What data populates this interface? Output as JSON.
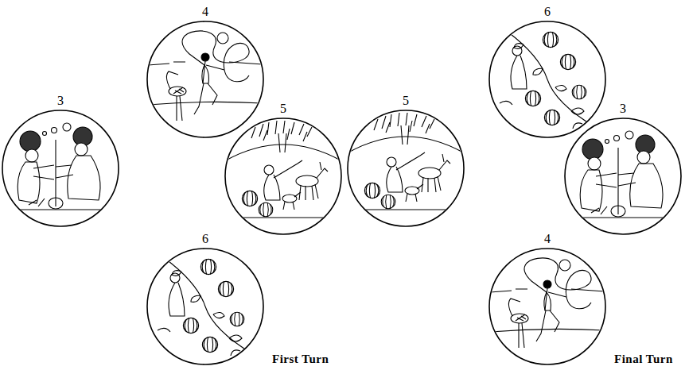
{
  "diagram": {
    "nodes": [
      {
        "text": [
          "4"
        ]
      },
      {
        "text": [
          "3"
        ]
      },
      {
        "text": [
          "5"
        ]
      },
      {
        "text": [
          "6"
        ]
      },
      {
        "text": [
          "6"
        ]
      },
      {
        "text": [
          "5"
        ]
      },
      {
        "text": [
          "3"
        ]
      },
      {
        "text": [
          "4"
        ]
      }
    ],
    "labels": [
      "First Turn",
      "Final Turn"
    ]
  }
}
